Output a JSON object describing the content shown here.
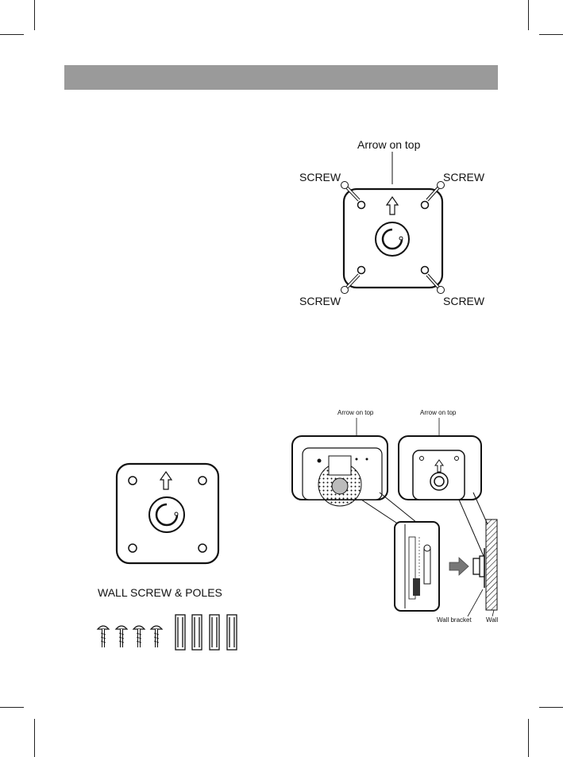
{
  "header": {
    "bar_color": "#9a9a9a"
  },
  "top_diagram": {
    "arrow_label": "Arrow on top",
    "screw_label": "SCREW"
  },
  "left_diagram": {
    "caption": "WALL SCREW & POLES",
    "screw_count": 4,
    "pole_count": 4
  },
  "right_diagram": {
    "arrow_label_left": "Arrow on top",
    "arrow_label_right": "Arrow on top",
    "wall_bracket_label": "Wall bracket",
    "wall_label": "Wall"
  }
}
